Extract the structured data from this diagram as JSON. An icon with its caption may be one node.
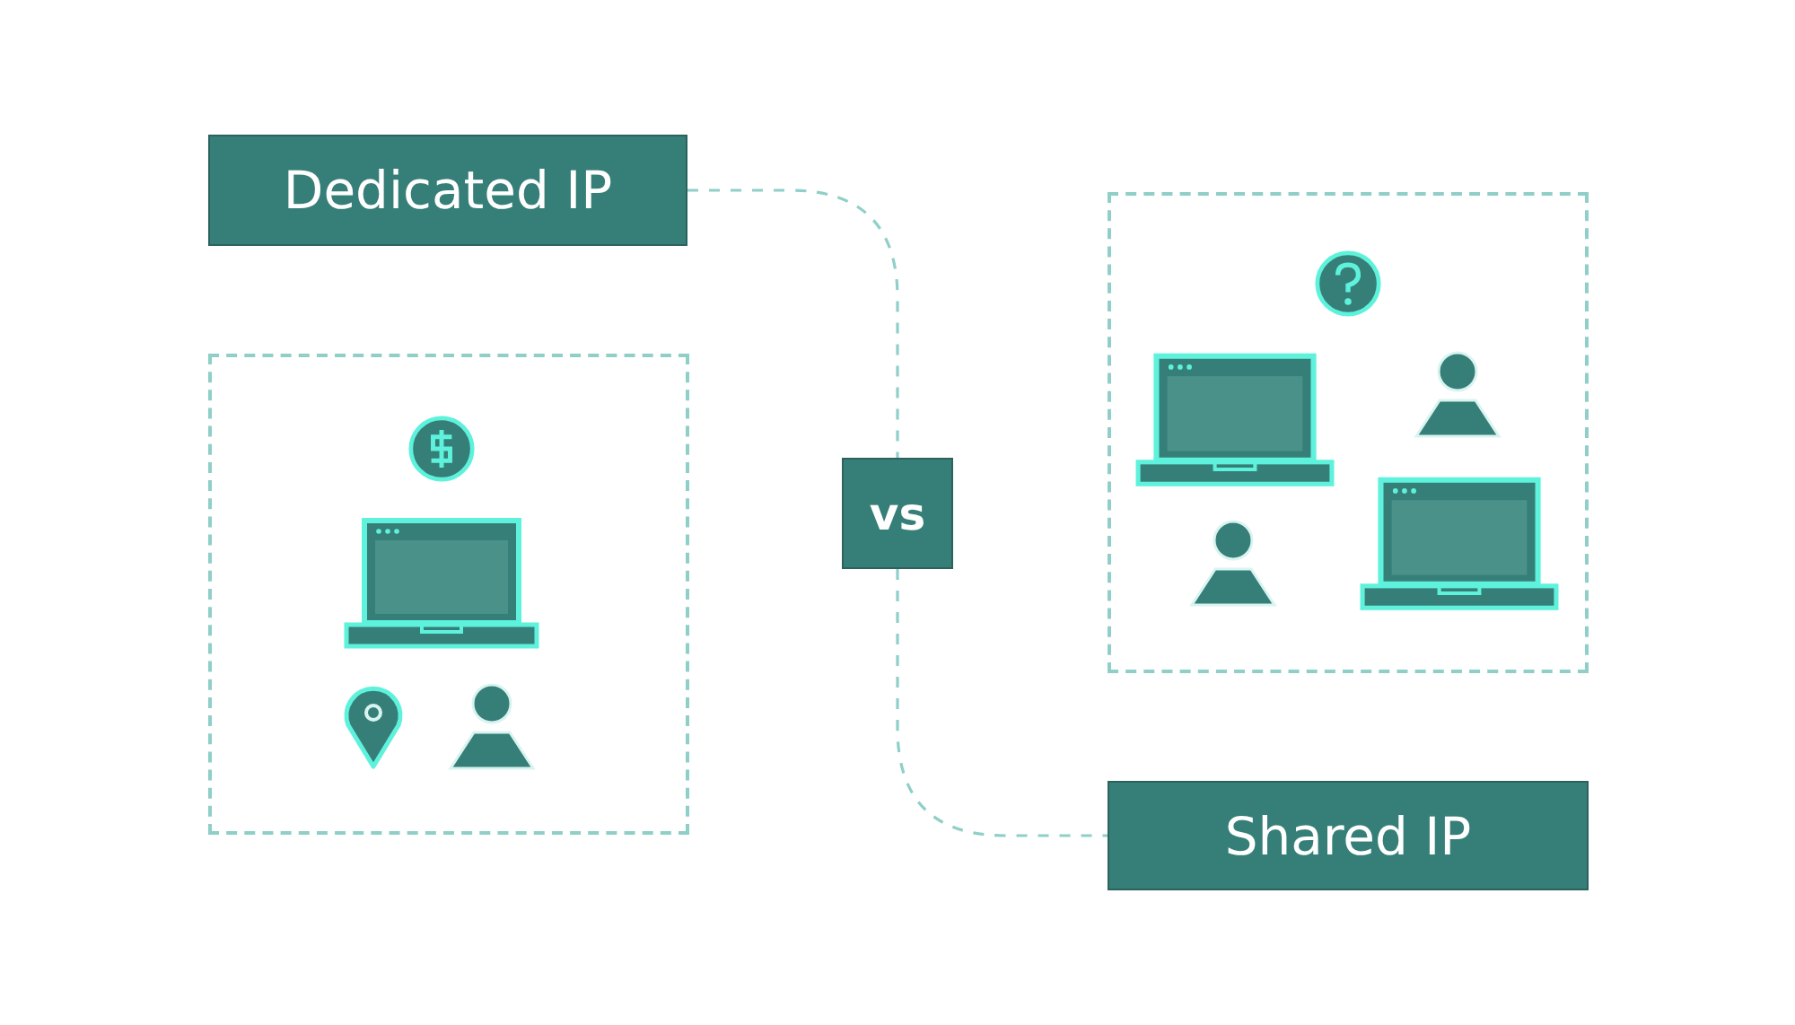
{
  "diagram": {
    "nodes": [
      {
        "text": [
          "Dedicated IP"
        ]
      },
      {
        "text": [
          "vs"
        ]
      },
      {
        "text": [
          "Shared IP"
        ]
      }
    ],
    "edges": [
      {
        "from": 0,
        "to": 1,
        "arrow": "none",
        "style": "dashed"
      },
      {
        "from": 1,
        "to": 2,
        "arrow": "none",
        "style": "dashed"
      }
    ]
  }
}
